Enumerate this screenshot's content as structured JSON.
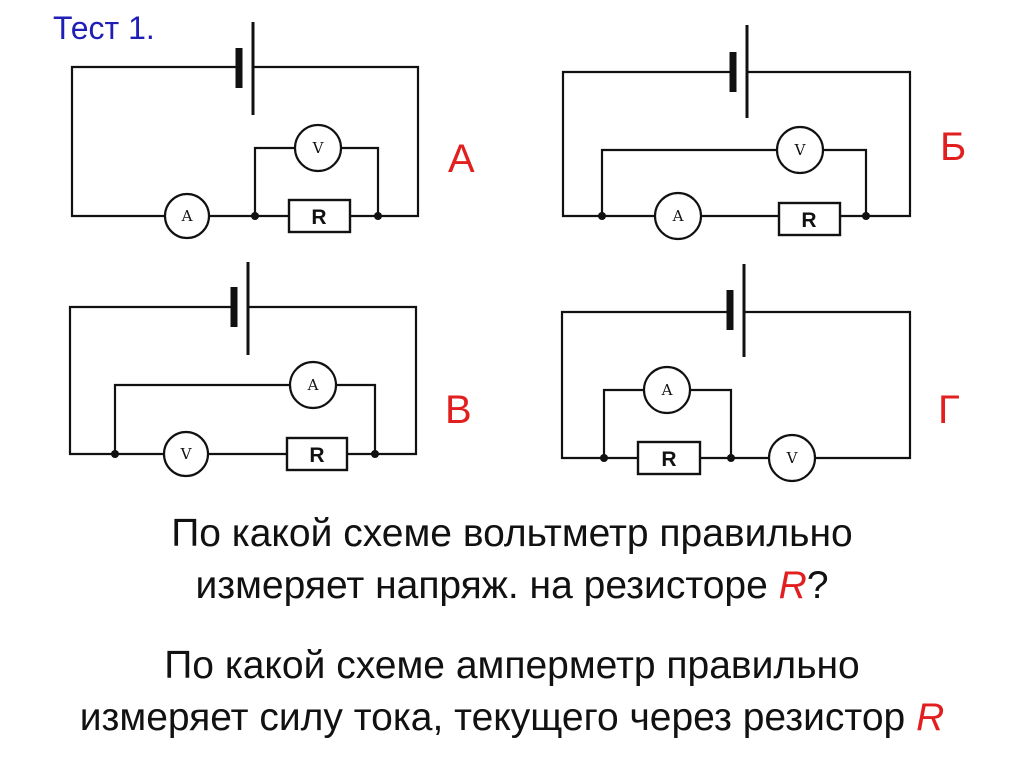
{
  "title": "Тест 1.",
  "accent_color": "#e21f1f",
  "title_color": "#1f1fb8",
  "circuits": [
    {
      "variant": "А",
      "ammeter": "A",
      "voltmeter": "V",
      "resistor": "R"
    },
    {
      "variant": "Б",
      "ammeter": "A",
      "voltmeter": "V",
      "resistor": "R"
    },
    {
      "variant": "В",
      "ammeter": "A",
      "voltmeter": "V",
      "resistor": "R"
    },
    {
      "variant": "Г",
      "ammeter": "A",
      "voltmeter": "V",
      "resistor": "R"
    }
  ],
  "questions": [
    {
      "line1": "По какой схеме вольтметр правильно",
      "line2": "измеряет напряж. на резисторе ",
      "accent": "R",
      "tail": "?"
    },
    {
      "line1": "По какой схеме амперметр правильно",
      "line2": "измеряет силу тока, текущего через резистор ",
      "accent": "R",
      "tail": ""
    }
  ]
}
